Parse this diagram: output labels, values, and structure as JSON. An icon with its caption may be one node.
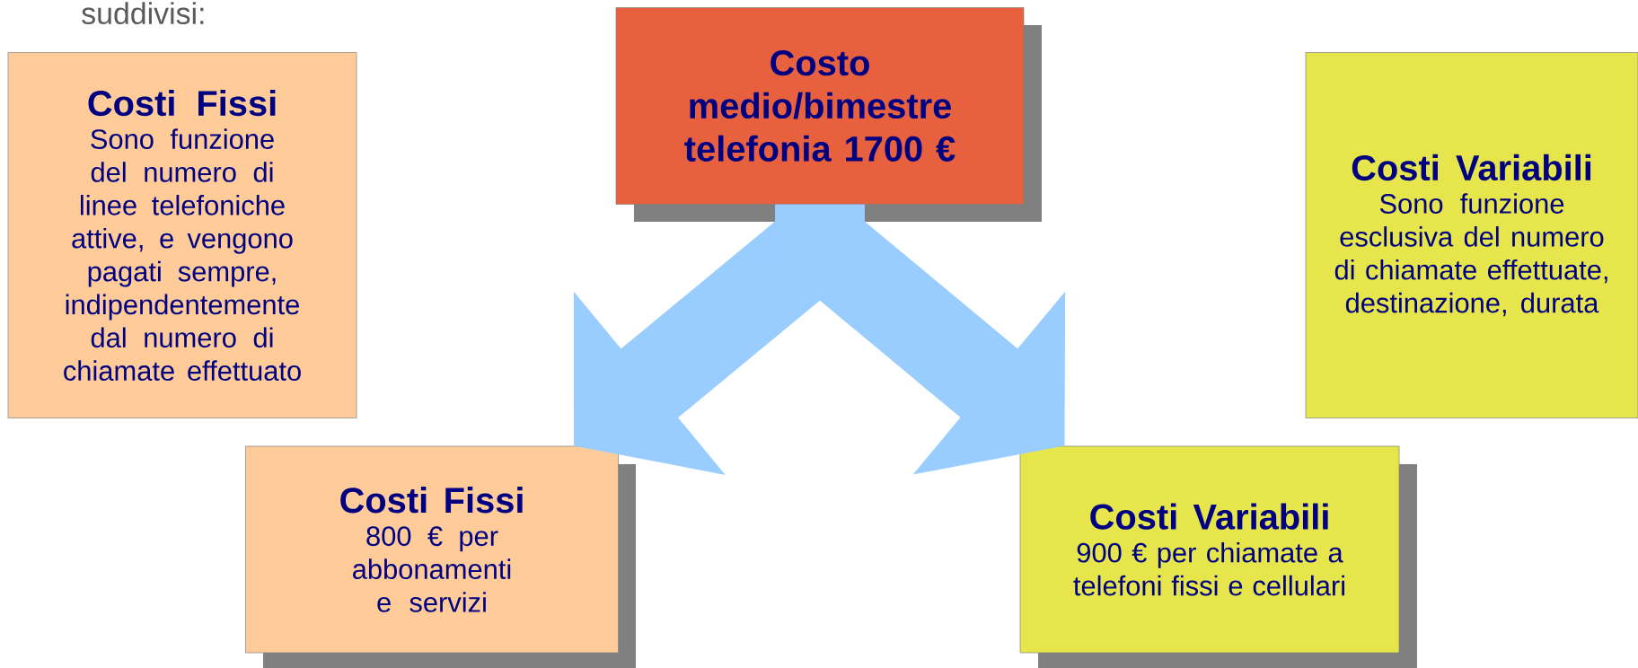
{
  "diagram": {
    "nodes": [
      {
        "text": [
          "Costi Fissi",
          "Sono funzione del numero di linee telefoniche attive, e vengono pagati sempre, indipendentemente dal numero di chiamate effettuato"
        ]
      },
      {
        "text": [
          "Costo medio/bimestre telefonia 1700 €"
        ]
      },
      {
        "text": [
          "Costi Variabili",
          "Sono funzione esclusiva del numero di chiamate effettuate, destinazione, durata"
        ]
      },
      {
        "text": [
          "Costi Fissi",
          "800 € per abbonamenti e servizi"
        ]
      },
      {
        "text": [
          "Costi Variabili",
          "900 € per chiamate a telefoni fissi e cellulari"
        ]
      }
    ],
    "edges": [
      {
        "from": 1,
        "to": 3,
        "arrow": "to"
      },
      {
        "from": 1,
        "to": 4,
        "arrow": "to"
      }
    ],
    "labels": [
      "suddivisi:"
    ]
  }
}
